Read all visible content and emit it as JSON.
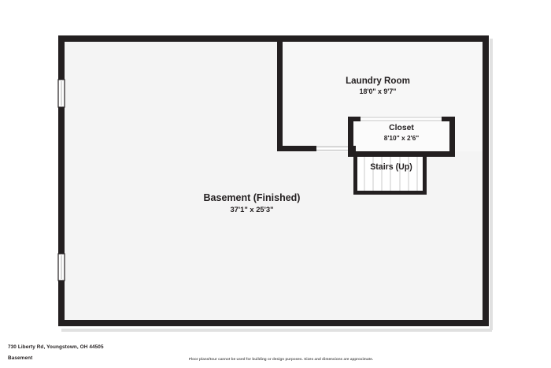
{
  "document": {
    "type": "floor-plan",
    "level_name": "Basement",
    "address": "730 Liberty Rd, Youngstown, OH 44505",
    "disclaimer": "Floor plans/tour cannot be used for building or design purposes. Sizes and dimensions are approximate."
  },
  "colors": {
    "wall": "#231f20",
    "wall_shadow": "#3a3a3a",
    "room_fill": "#f4f4f4",
    "page_background": "#ffffff",
    "text": "#231f20",
    "disclaimer_text": "#565656",
    "stair_tread": "#d4d4d4",
    "window_fill": "#ffffff"
  },
  "rooms": [
    {
      "key": "basement",
      "name": "Basement (Finished)",
      "dimensions": "37'1\" x 25'3\""
    },
    {
      "key": "laundry",
      "name": "Laundry Room",
      "dimensions": "18'0\" x 9'7\""
    },
    {
      "key": "closet",
      "name": "Closet",
      "dimensions": "8'10\" x 2'6\""
    },
    {
      "key": "stairs",
      "name": "Stairs (Up)",
      "dimensions": ""
    }
  ],
  "features": {
    "windows": [
      {
        "name": "window-left-upper",
        "wall": "left"
      },
      {
        "name": "window-left-lower",
        "wall": "left"
      }
    ],
    "doorways": [
      {
        "name": "doorway-laundry-to-basement"
      },
      {
        "name": "doorway-closet"
      }
    ],
    "stair_tread_count": 7
  }
}
